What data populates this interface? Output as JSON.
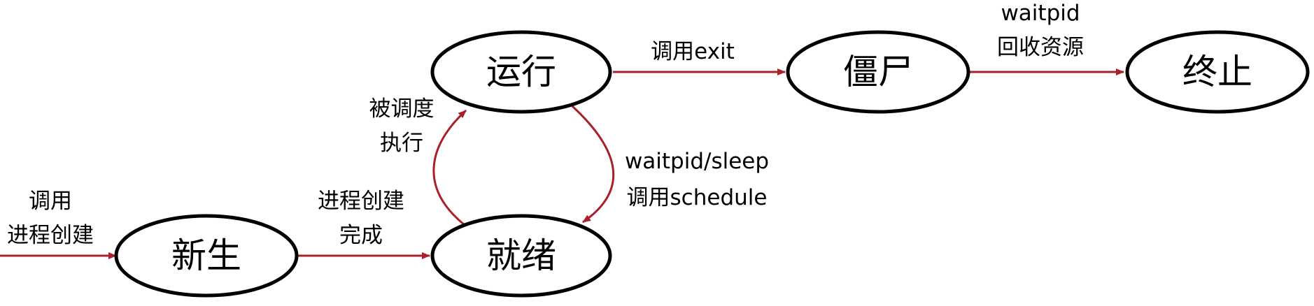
{
  "colors": {
    "node_stroke": "#000000",
    "edge": "#a8212a",
    "background": "#ffffff"
  },
  "states": {
    "new": "新生",
    "ready": "就绪",
    "running": "运行",
    "zombie": "僵尸",
    "terminated": "终止"
  },
  "edges": {
    "create_call": [
      "调用",
      "进程创建"
    ],
    "create_done": [
      "进程创建",
      "完成"
    ],
    "scheduled": [
      "被调度",
      "执行"
    ],
    "wait": [
      "waitpid/sleep",
      "调用schedule"
    ],
    "exit": "调用exit",
    "reap": [
      "waitpid",
      "回收资源"
    ]
  }
}
